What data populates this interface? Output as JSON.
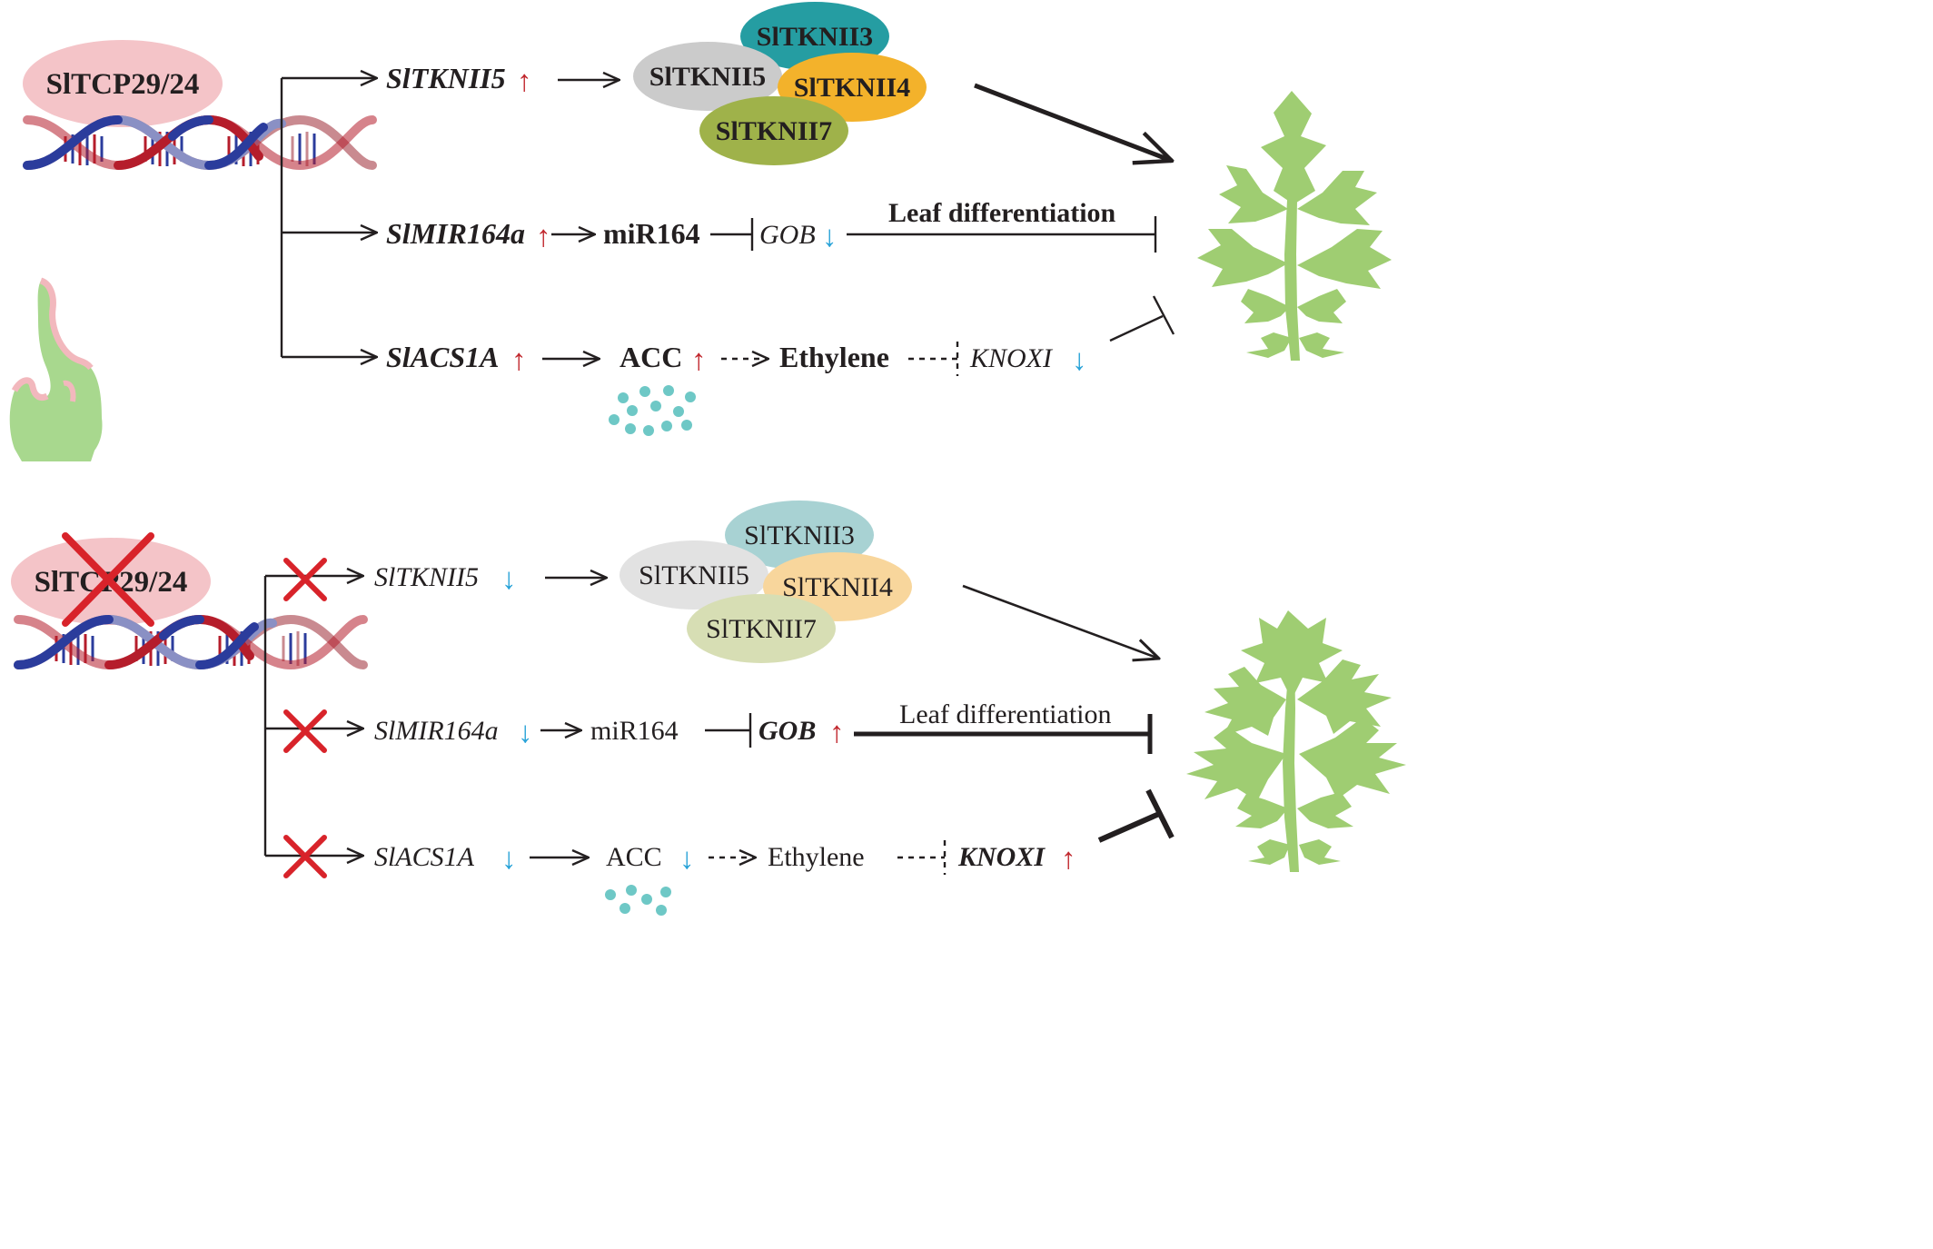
{
  "colors": {
    "up_arrow": "#c1272d",
    "down_arrow": "#29a3d8",
    "cross": "#d8232a",
    "tcp_ellipse": "#f4c4c8",
    "dna_blue": "#2b3c9c",
    "dna_red": "#b51d2b",
    "dna_pink": "#c98a90",
    "tkn3": "#259da2",
    "tkn5": "#cbcbcb",
    "tkn4": "#f3b22b",
    "tkn7": "#9fb24a",
    "leaf": "#9fcd72",
    "acc_dots": "#6ec8c6"
  },
  "wildtype": {
    "tcp_label": "SlTCP29/24",
    "row1": {
      "gene": "SlTKNII5",
      "gene_arrow": "↑"
    },
    "complex": {
      "tkn3": "SlTKNII3",
      "tkn5": "SlTKNII5",
      "tkn4": "SlTKNII4",
      "tkn7": "SlTKNII7"
    },
    "row2": {
      "gene": "SlMIR164a",
      "gene_arrow": "↑",
      "mirna": "miR164",
      "target": "GOB",
      "target_arrow": "↓",
      "process": "Leaf differentiation"
    },
    "row3": {
      "gene": "SlACS1A",
      "gene_arrow": "↑",
      "acc": "ACC",
      "acc_arrow": "↑",
      "ethylene": "Ethylene",
      "knox": "KNOXI",
      "knox_arrow": "↓"
    }
  },
  "mutant": {
    "tcp_label": "SlTCP29/24",
    "row1": {
      "gene": "SlTKNII5",
      "gene_arrow": "↓"
    },
    "complex": {
      "tkn3": "SlTKNII3",
      "tkn5": "SlTKNII5",
      "tkn4": "SlTKNII4",
      "tkn7": "SlTKNII7"
    },
    "row2": {
      "gene": "SlMIR164a",
      "gene_arrow": "↓",
      "mirna": "miR164",
      "target": "GOB",
      "target_arrow": "↑",
      "process": "Leaf differentiation"
    },
    "row3": {
      "gene": "SlACS1A",
      "gene_arrow": "↓",
      "acc": "ACC",
      "acc_arrow": "↓",
      "ethylene": "Ethylene",
      "knox": "KNOXI",
      "knox_arrow": "↑"
    }
  }
}
